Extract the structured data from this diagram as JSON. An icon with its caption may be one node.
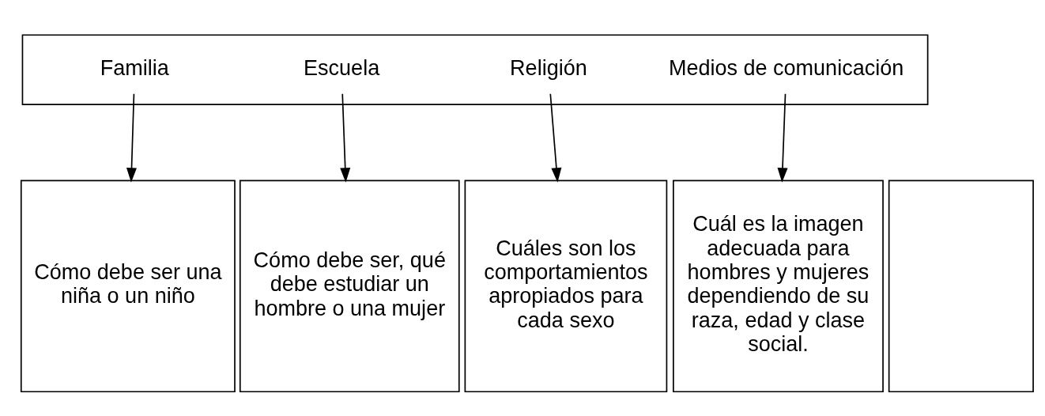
{
  "diagram": {
    "nodes": [
      {
        "text": [],
        "shape": "box"
      },
      {
        "text": [
          "Familia"
        ],
        "in": 0
      },
      {
        "text": [
          "Escuela"
        ],
        "in": 0
      },
      {
        "text": [
          "Religión"
        ],
        "in": 0
      },
      {
        "text": [
          "Medios de comunicación"
        ],
        "in": 0
      },
      {
        "text": [
          "Cómo debe ser una niña o un niño"
        ]
      },
      {
        "text": [
          "Cómo debe ser, qué debe estudiar un hombre o una mujer"
        ]
      },
      {
        "text": [
          "Cuáles son los comportamientos apropiados para cada sexo"
        ]
      },
      {
        "text": [
          "Cuál es la imagen adecuada para hombres y mujeres dependiendo de su raza, edad y clase social."
        ]
      },
      {
        "text": [],
        "shape": "box"
      }
    ],
    "edges": [
      {
        "from": 1,
        "to": 5,
        "arrow": "to"
      },
      {
        "from": 2,
        "to": 6,
        "arrow": "to"
      },
      {
        "from": 3,
        "to": 7,
        "arrow": "to"
      },
      {
        "from": 4,
        "to": 8,
        "arrow": "to"
      }
    ]
  }
}
